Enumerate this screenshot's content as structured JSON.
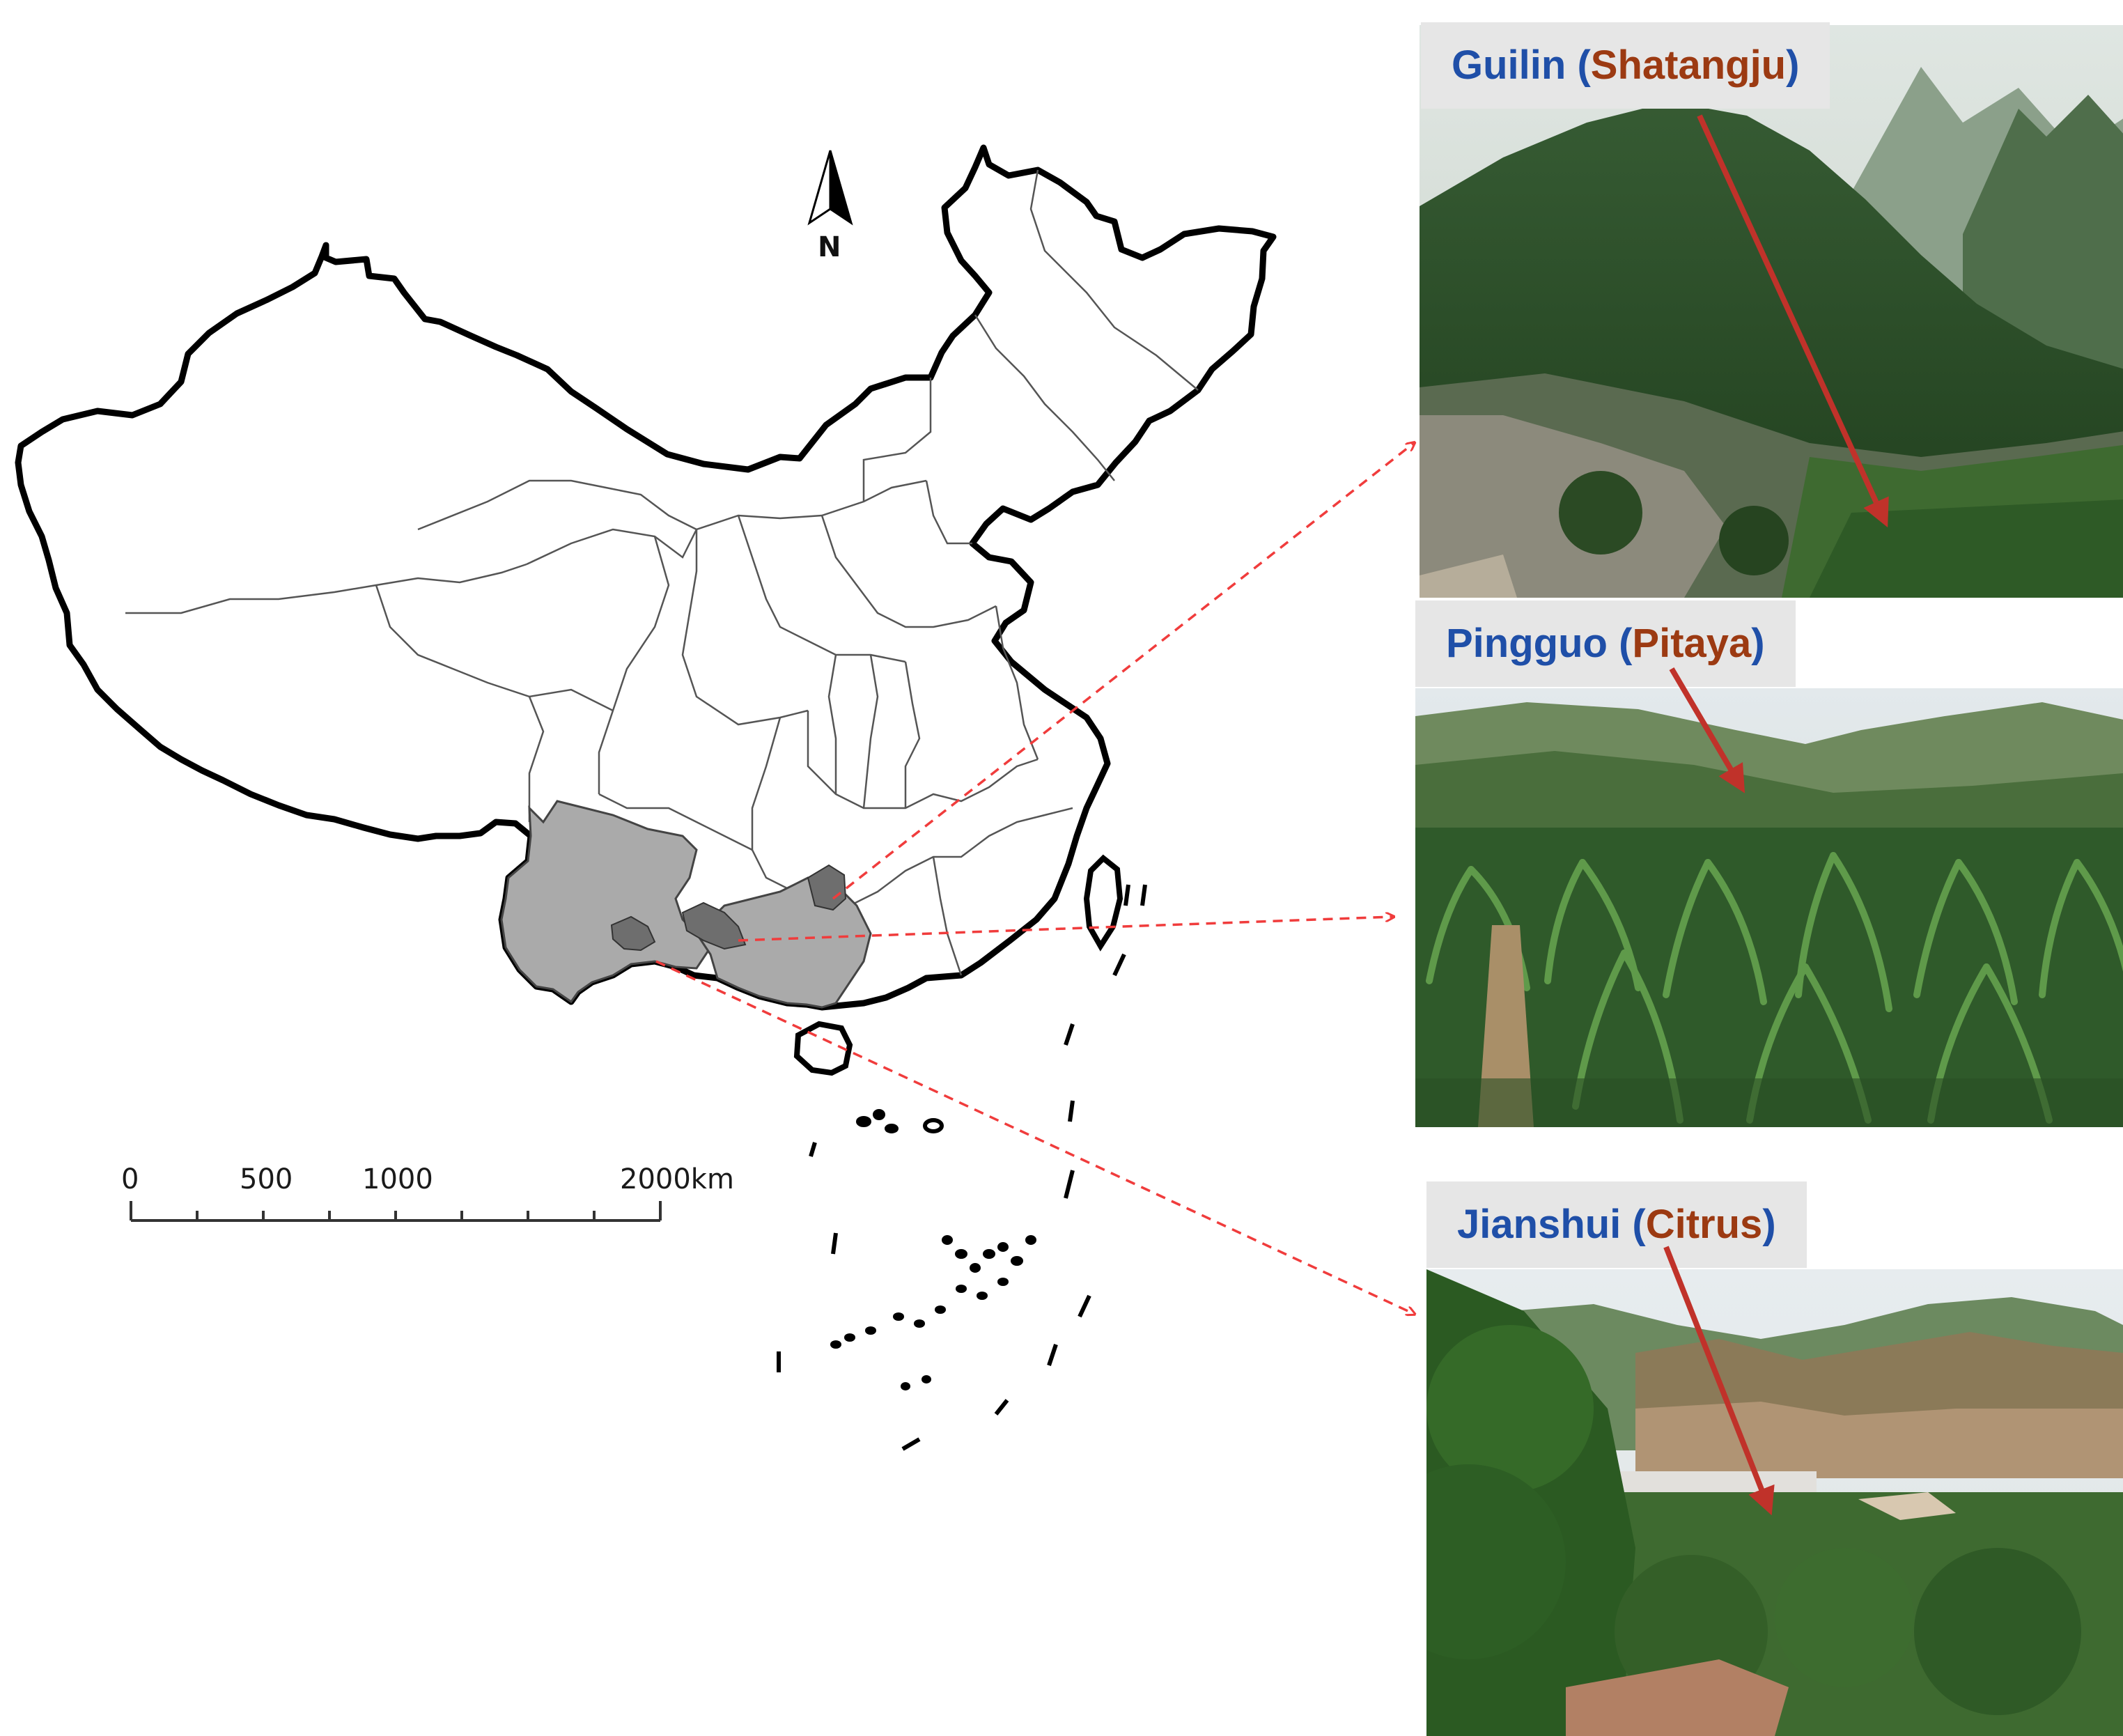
{
  "north": {
    "label": "N"
  },
  "scale_bar": {
    "labels": [
      "0",
      "500",
      "1000",
      "2000km"
    ],
    "ticks_km": [
      0,
      250,
      500,
      750,
      1000,
      1250,
      1500,
      1750,
      2000
    ]
  },
  "map": {
    "shaded_region_color": "#aaaaaa",
    "site_patch_color": "#6e6e6e",
    "leader_color": "#f03c3c"
  },
  "sites": [
    {
      "place": "Guilin",
      "crop": "Shatangju"
    },
    {
      "place": "Pingguo",
      "crop": "Pitaya"
    },
    {
      "place": "Jianshui",
      "crop": "Citrus"
    }
  ],
  "colors": {
    "place_text": "#1f4fa8",
    "crop_text": "#9c3a12",
    "label_bg": "#e6e6e6",
    "photo_arrow": "#c0322a"
  }
}
